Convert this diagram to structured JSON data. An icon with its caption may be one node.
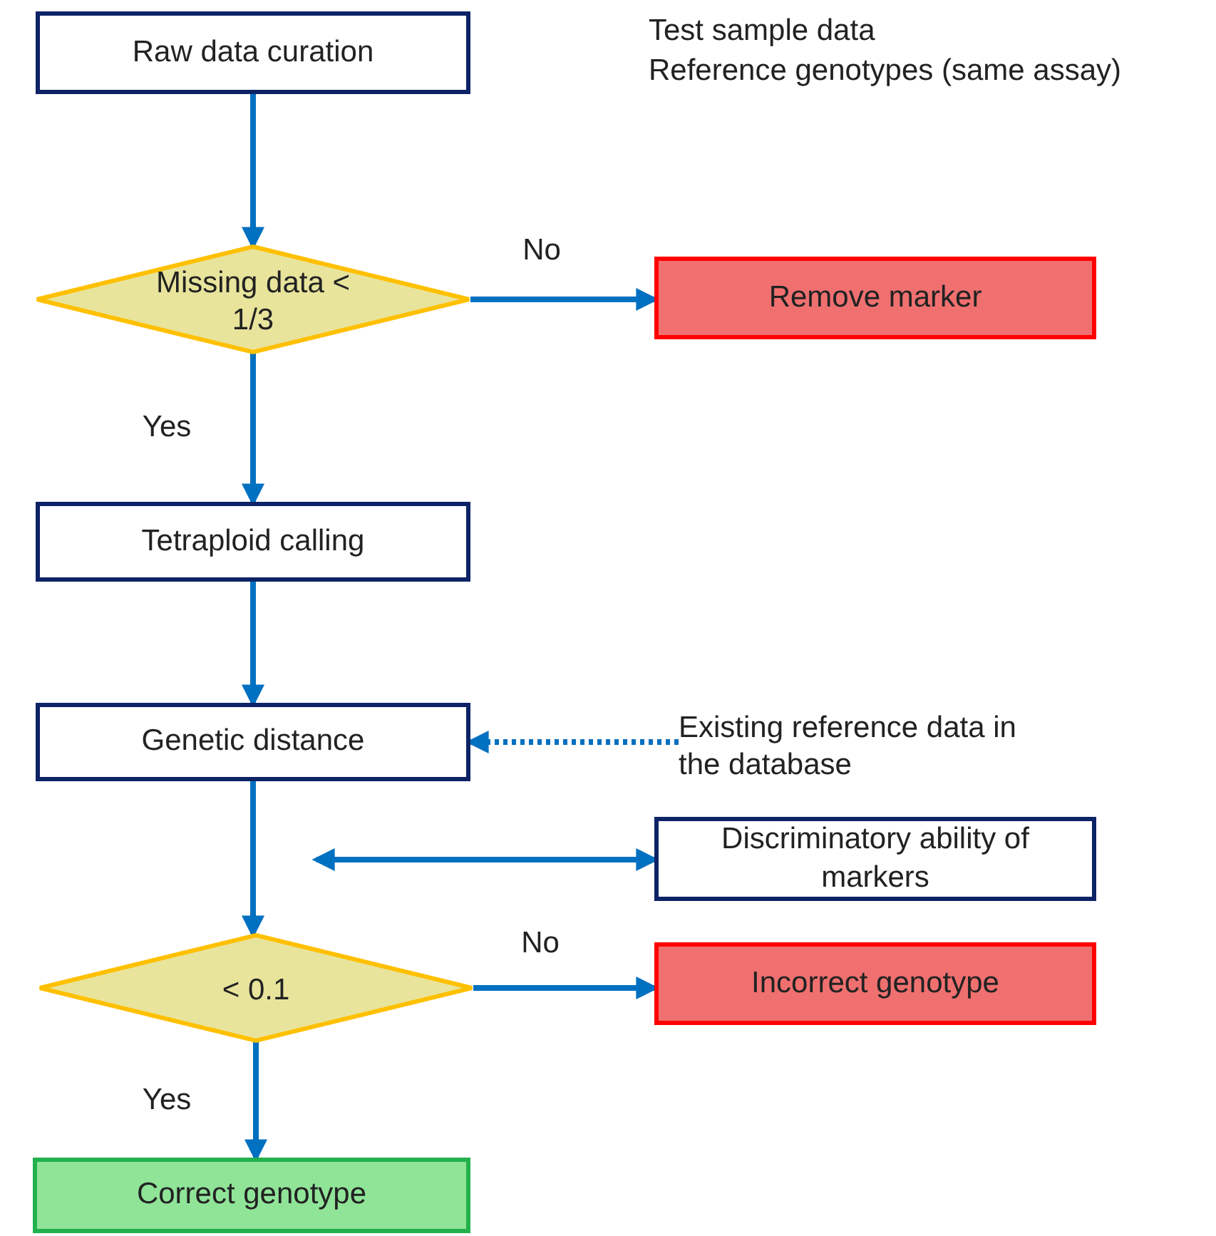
{
  "diagram": {
    "nodes": [
      {
        "text": [
          "Raw data curation"
        ]
      },
      {
        "text": [
          "Missing data < 1/3"
        ]
      },
      {
        "text": [
          "Remove marker"
        ]
      },
      {
        "text": [
          "Tetraploid calling"
        ]
      },
      {
        "text": [
          "Genetic distance"
        ]
      },
      {
        "text": [
          "Existing reference data in the database"
        ]
      },
      {
        "text": [
          "Discriminatory ability of markers"
        ]
      },
      {
        "text": [
          "< 0.1"
        ]
      },
      {
        "text": [
          "Incorrect genotype"
        ]
      },
      {
        "text": [
          "Correct genotype"
        ]
      }
    ],
    "edges": [
      {
        "from": 0,
        "to": 1,
        "arrow": "to"
      },
      {
        "from": 1,
        "to": 2,
        "arrow": "to",
        "label": "No"
      },
      {
        "from": 1,
        "to": 3,
        "arrow": "to",
        "label": "Yes"
      },
      {
        "from": 3,
        "to": 4,
        "arrow": "to"
      },
      {
        "from": 5,
        "to": 4,
        "arrow": "to",
        "style": "dashed"
      },
      {
        "from": 4,
        "to": 7,
        "arrow": "to"
      },
      {
        "from": null,
        "to": 6,
        "arrow": "both"
      },
      {
        "from": 7,
        "to": 8,
        "arrow": "to",
        "label": "No"
      },
      {
        "from": 7,
        "to": 9,
        "arrow": "to",
        "label": "Yes"
      }
    ],
    "labels": [
      "Test sample data",
      "Reference genotypes (same assay)"
    ]
  }
}
